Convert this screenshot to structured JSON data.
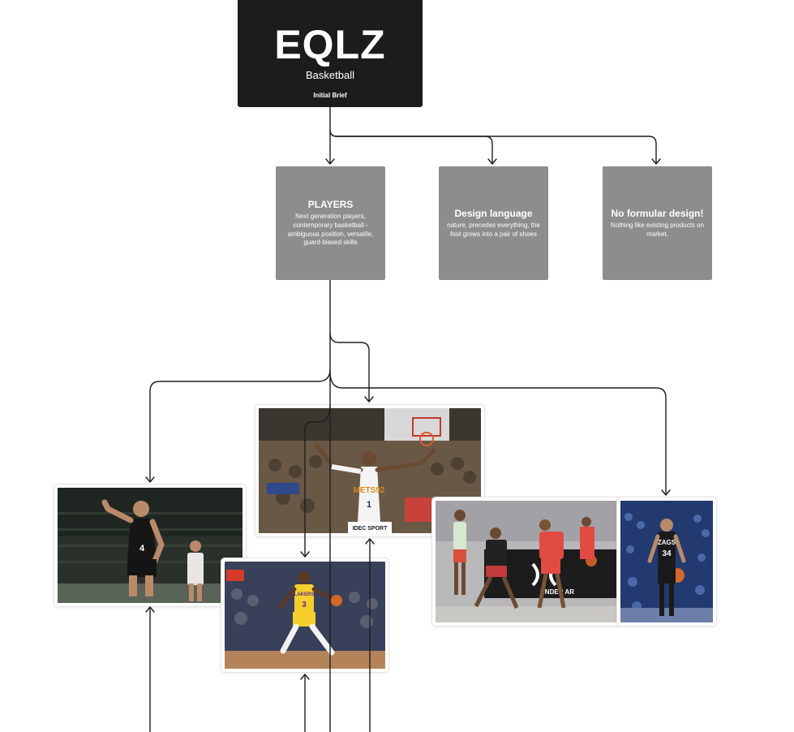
{
  "brief": {
    "logo": "EQLZ",
    "subtitle": "Basketball",
    "tag": "Initial Brief"
  },
  "cards": [
    {
      "title": "PLAYERS",
      "desc": "Next generation players, contemporary basketball - ambiguous position, versatile, guard-biased skills"
    },
    {
      "title": "Design language",
      "desc": "nature, precedes everything, the foot grows into a pair of shoes"
    },
    {
      "title": "No formular design!",
      "desc": "Nothing like existing products on market."
    }
  ],
  "photos": {
    "center_jersey": "METS92",
    "center_number": "1",
    "center_banner": "IDEC SPORT",
    "left_number": "4",
    "lakers_jersey": "LAKERS",
    "lakers_number": "3",
    "right_jersey": "ZAGS",
    "right_number": "34",
    "training_banner": "UNDER AR"
  },
  "colors": {
    "brief_bg": "#1c1c1c",
    "card_bg": "#8d8d8d",
    "wire": "#1e1e1e"
  }
}
